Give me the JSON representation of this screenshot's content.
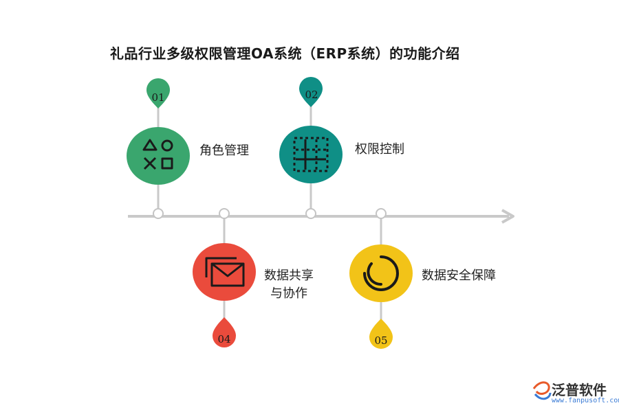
{
  "title": "礼品行业多级权限管理OA系统（ERP系统）的功能介绍",
  "items": [
    {
      "num": "01",
      "label": "角色管理",
      "color": "#3aa66e",
      "icon": "shapes-icon"
    },
    {
      "num": "02",
      "label": "权限控制",
      "color": "#0f8f86",
      "icon": "grid-icon"
    },
    {
      "num": "04",
      "label_line1": "数据共享",
      "label_line2": "与协作",
      "color": "#ea4b3c",
      "icon": "mail-icon"
    },
    {
      "num": "05",
      "label": "数据安全保障",
      "color": "#f2c318",
      "icon": "circle-progress-icon"
    }
  ],
  "logo": {
    "name": "泛普软件",
    "url": "www.fanpusoft.com"
  }
}
